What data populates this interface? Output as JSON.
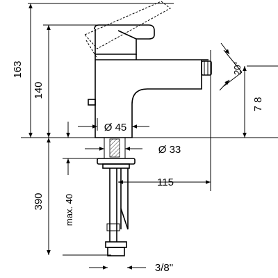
{
  "dimensions": {
    "total_height": "163",
    "spout_height": "140",
    "total_with_pipe": "390",
    "max_thickness": "max. 40",
    "base_diameter": "Ø 45",
    "hole_diameter": "Ø 33",
    "reach": "115",
    "outlet_height": "7 8",
    "angle": "20°",
    "connection": "3/8\""
  }
}
